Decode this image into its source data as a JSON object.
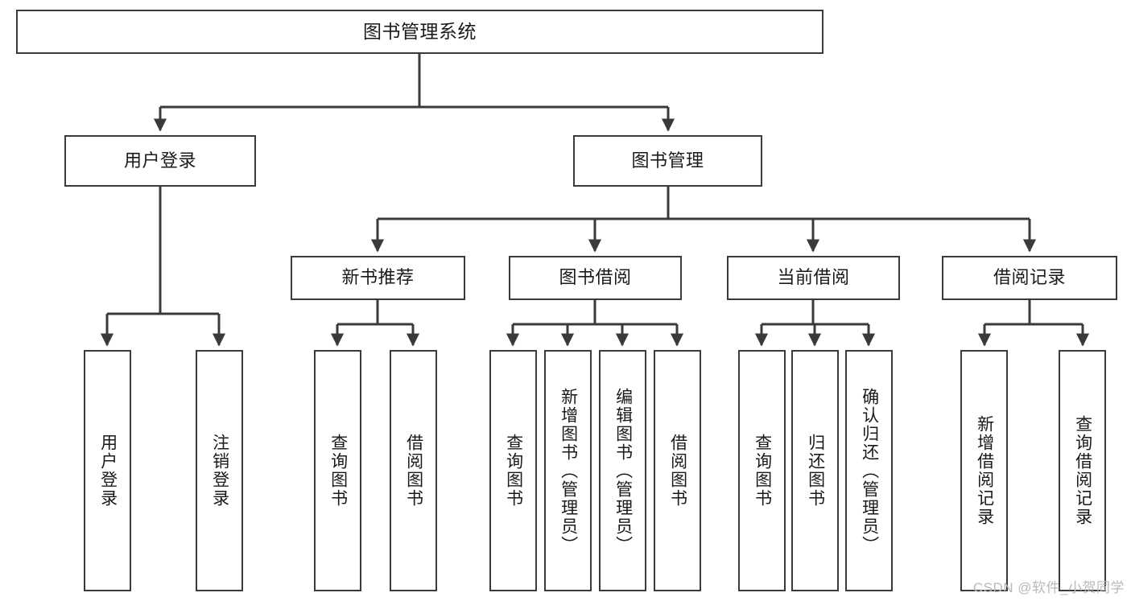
{
  "diagram": {
    "title": "图书管理系统",
    "type": "tree-hierarchy-chart",
    "watermark": "CSDN @软件_小贺同学",
    "colors": {
      "box_border": "#3a3a3a",
      "box_fill": "#ffffff",
      "edge": "#3a3a3a",
      "text": "#1a1a1a",
      "watermark": "#b9b9b9",
      "background": "#ffffff"
    },
    "root": {
      "label": "图书管理系统"
    },
    "level2": [
      {
        "id": "user-login",
        "label": "用户登录"
      },
      {
        "id": "book-management",
        "label": "图书管理"
      }
    ],
    "level3": [
      {
        "id": "new-book-recommend",
        "label": "新书推荐",
        "parent": "book-management"
      },
      {
        "id": "book-borrow",
        "label": "图书借阅",
        "parent": "book-management"
      },
      {
        "id": "current-borrow",
        "label": "当前借阅",
        "parent": "book-management"
      },
      {
        "id": "borrow-record",
        "label": "借阅记录",
        "parent": "book-management"
      }
    ],
    "leaves": [
      {
        "id": "leaf-user-login",
        "label": "用户登录",
        "parent": "user-login"
      },
      {
        "id": "leaf-user-logout",
        "label": "注销登录",
        "parent": "user-login"
      },
      {
        "id": "leaf-query-book-1",
        "label": "查询图书",
        "parent": "new-book-recommend"
      },
      {
        "id": "leaf-borrow-book-1",
        "label": "借阅图书",
        "parent": "new-book-recommend"
      },
      {
        "id": "leaf-query-book-2",
        "label": "查询图书",
        "parent": "book-borrow"
      },
      {
        "id": "leaf-add-book",
        "label": "新增图书（管理员）",
        "parent": "book-borrow"
      },
      {
        "id": "leaf-edit-book",
        "label": "编辑图书（管理员）",
        "parent": "book-borrow"
      },
      {
        "id": "leaf-borrow-book-2",
        "label": "借阅图书",
        "parent": "book-borrow"
      },
      {
        "id": "leaf-query-book-3",
        "label": "查询图书",
        "parent": "current-borrow"
      },
      {
        "id": "leaf-return-book",
        "label": "归还图书",
        "parent": "current-borrow"
      },
      {
        "id": "leaf-confirm-return",
        "label": "确认归还（管理员）",
        "parent": "current-borrow"
      },
      {
        "id": "leaf-add-record",
        "label": "新增借阅记录",
        "parent": "borrow-record"
      },
      {
        "id": "leaf-query-record",
        "label": "查询借阅记录",
        "parent": "borrow-record"
      }
    ]
  }
}
